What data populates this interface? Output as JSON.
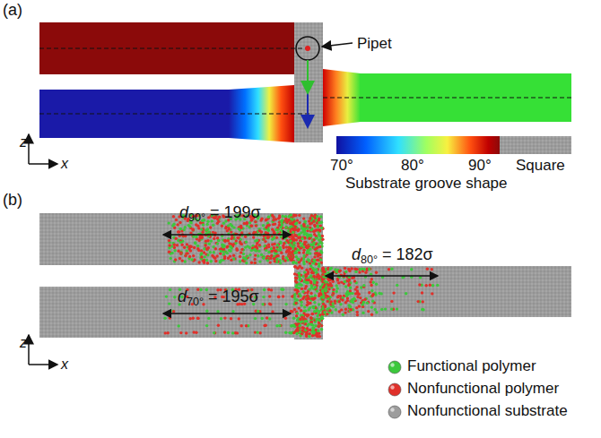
{
  "diagram": {
    "labels": [
      "(a)",
      "Pipet",
      "z",
      "x",
      "70°",
      "80°",
      "90°",
      "Square",
      "Substrate groove shape",
      "(b)",
      "d90° = 199σ",
      "d80° = 182σ",
      "z",
      "x",
      "d70° = 195σ"
    ],
    "legend": [
      {
        "text": "Functional polymer",
        "color": "#3cc83c"
      },
      {
        "text": "Nonfunctional polymer",
        "color": "#e0302a"
      },
      {
        "text": "Nonfunctional substrate",
        "color": "#9c9c9c"
      }
    ]
  }
}
